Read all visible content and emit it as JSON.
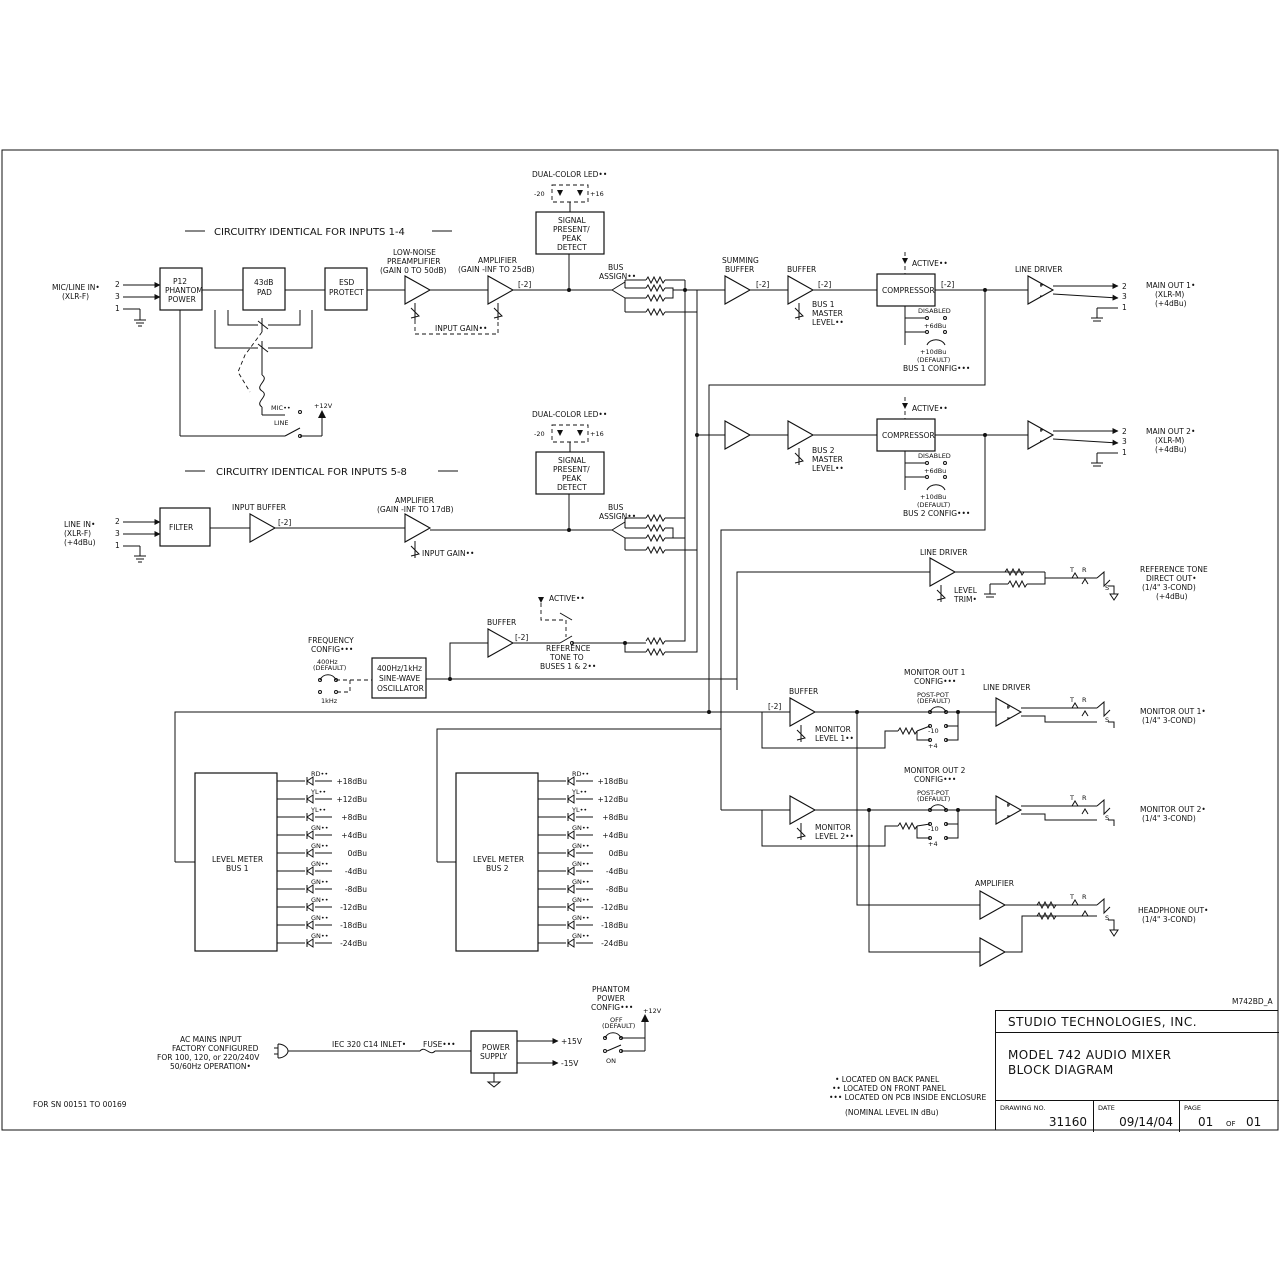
{
  "labels": {
    "inputs14": "CIRCUITRY IDENTICAL FOR INPUTS 1-4",
    "inputs58": "CIRCUITRY IDENTICAL FOR INPUTS 5-8",
    "micline1": "MIC/LINE IN•",
    "micline2": "(XLR-F)",
    "linein1": "LINE IN•",
    "linein2": "(XLR-F)",
    "linein3": "(+4dBu)",
    "p12a": "P12",
    "p12b": "PHANTOM",
    "p12c": "POWER",
    "pad1": "43dB",
    "pad2": "PAD",
    "esd1": "ESD",
    "esd2": "PROTECT",
    "lnp1": "LOW-NOISE",
    "lnp2": "PREAMPLIFIER",
    "lnp3": "(GAIN 0 TO 50dB)",
    "amp1a": "AMPLIFIER",
    "amp1b": "(GAIN -INF TO 25dB)",
    "m2": "[-2]",
    "inputgain1": "INPUT GAIN••",
    "mic": "MIC••",
    "line": "LINE",
    "p12v": "+12V",
    "dualled": "DUAL-COLOR LED••",
    "m20": "-20",
    "p16": "+16",
    "sig1": "SIGNAL",
    "sig2": "PRESENT/",
    "sig3": "PEAK",
    "sig4": "DETECT",
    "bus1": "BUS",
    "bus2": "ASSIGN••",
    "summing1": "SUMMING",
    "summing2": "BUFFER",
    "buffer": "BUFFER",
    "b1m1": "BUS 1",
    "b1m2": "MASTER",
    "b1m3": "LEVEL••",
    "b2m1": "BUS 2",
    "b2m2": "MASTER",
    "b2m3": "LEVEL••",
    "active": "ACTIVE••",
    "compressor": "COMPRESSOR",
    "disabled": "DISABLED",
    "p6": "+6dBu",
    "p10": "+10dBu",
    "default": "(DEFAULT)",
    "bus1config": "BUS 1 CONFIG•••",
    "bus2config": "BUS 2 CONFIG•••",
    "linedriver": "LINE DRIVER",
    "pin2": "2",
    "pin3": "3",
    "pin1": "1",
    "main1a": "MAIN OUT 1•",
    "main1b": "(XLR-M)",
    "main1c": "(+4dBu)",
    "main2a": "MAIN OUT 2•",
    "main2b": "(XLR-M)",
    "main2c": "(+4dBu)",
    "filter": "FILTER",
    "inbuffer": "INPUT BUFFER",
    "amp2a": "AMPLIFIER",
    "amp2b": "(GAIN -INF TO 17dB)",
    "inputgain2": "INPUT GAIN••",
    "leveltrim1": "LEVEL",
    "leveltrim2": "TRIM•",
    "ref1": "REFERENCE TONE",
    "ref2": "DIRECT OUT•",
    "ref3": "(1/4\" 3-COND)",
    "ref4": "(+4dBu)",
    "freq1": "FREQUENCY",
    "freq2": "CONFIG•••",
    "hz400": "400Hz",
    "khz1": "1kHz",
    "osc1": "400Hz/1kHz",
    "osc2": "SINE-WAVE",
    "osc3": "OSCILLATOR",
    "rtb1": "REFERENCE",
    "rtb2": "TONE TO",
    "rtb3": "BUSES 1 & 2••",
    "mon1cfg1": "MONITOR OUT 1",
    "mon1cfg2": "CONFIG•••",
    "mon2cfg1": "MONITOR OUT 2",
    "mon2cfg2": "CONFIG•••",
    "postpot": "POST-POT",
    "m10": "-10",
    "p4": "+4",
    "monlvl1a": "MONITOR",
    "monlvl1b": "LEVEL 1••",
    "monlvl2a": "MONITOR",
    "monlvl2b": "LEVEL 2••",
    "mon1a": "MONITOR OUT 1•",
    "mon1b": "(1/4\" 3-COND)",
    "mon2a": "MONITOR OUT 2•",
    "mon2b": "(1/4\" 3-COND)",
    "amplifier": "AMPLIFIER",
    "hp1": "HEADPHONE OUT•",
    "hp2": "(1/4\" 3-COND)",
    "lm1a": "LEVEL METER",
    "lm1b": "BUS 1",
    "lm2a": "LEVEL METER",
    "lm2b": "BUS 2",
    "rd": "RD••",
    "yl": "YL••",
    "gn": "GN••",
    "ac1": "AC MAINS INPUT",
    "ac2": "FACTORY CONFIGURED",
    "ac3": "FOR 100, 120, or 220/240V",
    "ac4": "50/60Hz OPERATION•",
    "iec": "IEC 320 C14 INLET•",
    "fuse": "FUSE•••",
    "ps1": "POWER",
    "ps2": "SUPPLY",
    "v15p": "+15V",
    "v15m": "-15V",
    "ph1": "PHANTOM",
    "ph2": "POWER",
    "ph3": "CONFIG•••",
    "off": "OFF",
    "on": "ON",
    "sn": "FOR SN 00151 TO 00169",
    "leg1": "•  LOCATED ON BACK PANEL",
    "leg2": "••  LOCATED ON FRONT PANEL",
    "leg3": "•••  LOCATED ON PCB INSIDE ENCLOSURE",
    "leg4": "(NOMINAL LEVEL IN dBu)",
    "code": "M742BD_A",
    "r": "R",
    "t": "T",
    "s": "S"
  },
  "meter_levels": [
    "+18dBu",
    "+12dBu",
    "+8dBu",
    "+4dBu",
    "0dBu",
    "-4dBu",
    "-8dBu",
    "-12dBu",
    "-18dBu",
    "-24dBu"
  ],
  "meter_colors": [
    "rd",
    "yl",
    "yl",
    "gn",
    "gn",
    "gn",
    "gn",
    "gn",
    "gn",
    "gn"
  ],
  "title_block": {
    "company": "STUDIO TECHNOLOGIES, INC.",
    "model_line1": "MODEL 742 AUDIO MIXER",
    "model_line2": "BLOCK DIAGRAM",
    "drawing_no_label": "DRAWING NO.",
    "drawing_no": "31160",
    "date_label": "DATE",
    "date": "09/14/04",
    "page_label": "PAGE",
    "page": "01",
    "of": "OF",
    "pages": "01"
  }
}
